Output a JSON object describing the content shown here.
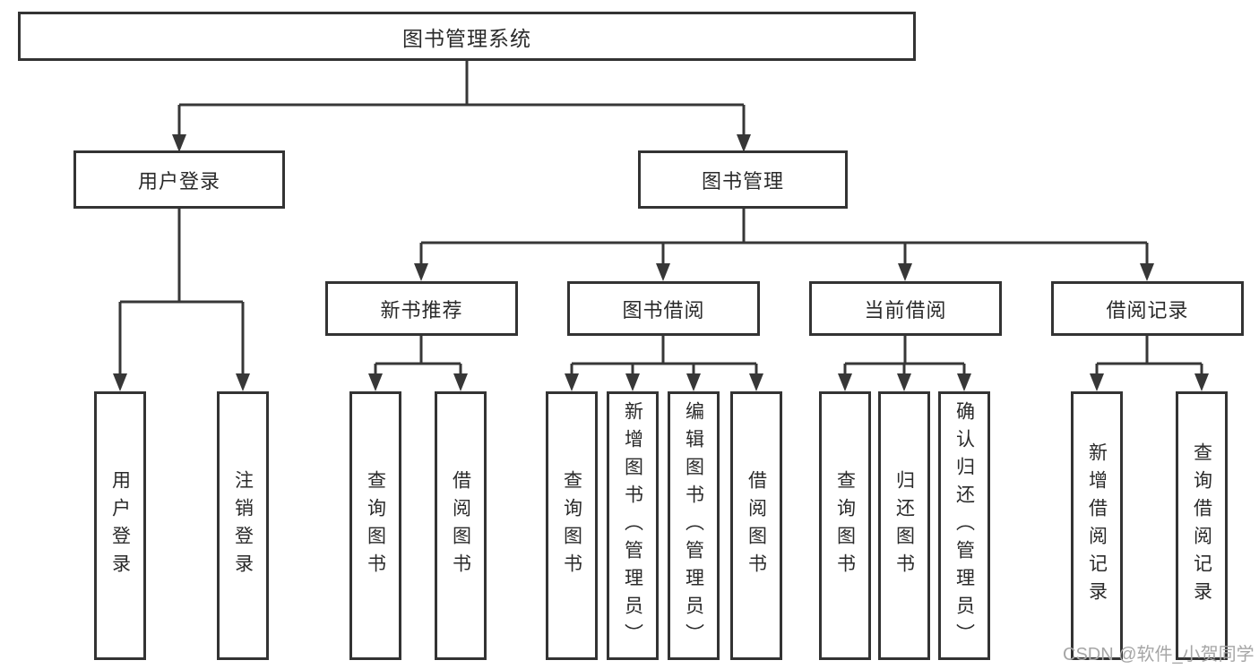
{
  "title": "图书管理系统",
  "tree": {
    "root": {
      "label": "图书管理系统"
    },
    "branches": [
      {
        "label": "用户登录",
        "children": [
          {
            "label": "用户登录"
          },
          {
            "label": "注销登录"
          }
        ]
      },
      {
        "label": "图书管理",
        "children": [
          {
            "label": "新书推荐",
            "children": [
              {
                "label": "查询图书"
              },
              {
                "label": "借阅图书"
              }
            ]
          },
          {
            "label": "图书借阅",
            "children": [
              {
                "label": "查询图书"
              },
              {
                "label": "新增图书（管理员）"
              },
              {
                "label": "编辑图书（管理员）"
              },
              {
                "label": "借阅图书"
              }
            ]
          },
          {
            "label": "当前借阅",
            "children": [
              {
                "label": "查询图书"
              },
              {
                "label": "归还图书"
              },
              {
                "label": "确认归还（管理员）"
              }
            ]
          },
          {
            "label": "借阅记录",
            "children": [
              {
                "label": "新增借阅记录"
              },
              {
                "label": "查询借阅记录"
              }
            ]
          }
        ]
      }
    ]
  },
  "watermark": {
    "text": "CSDN @软件_小贺同学"
  },
  "colors": {
    "line": "#373737",
    "box_border": "#333333",
    "text": "#2a2a2a",
    "watermark": "#a6a6a6",
    "background": "#ffffff"
  }
}
